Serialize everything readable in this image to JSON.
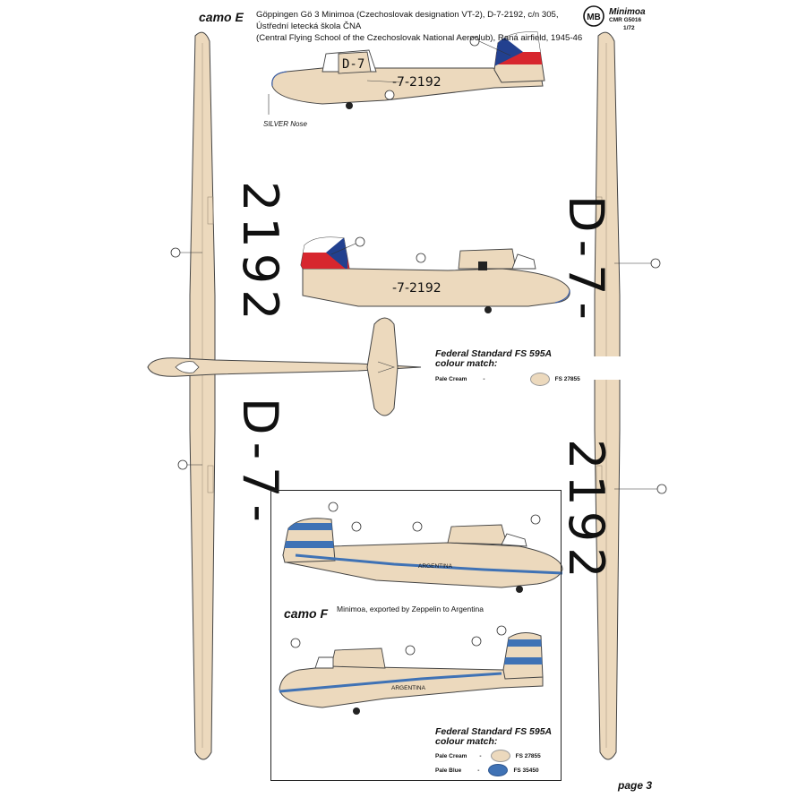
{
  "camo_e": {
    "label": "camo E",
    "caption_line1": "Göppingen Gö 3 Minimoa (Czechoslovak designation VT-2), D-7-2192, c/n 305, Ústřední  letecká  škola ČNA",
    "caption_line2": "(Central Flying School of the Czechoslovak National Aeroclub), Raná airfield, 1945-46",
    "silver_nose": "SILVER Nose",
    "fuselage_code": "-7-2192",
    "wing_top_digits": "2192",
    "wing_top_prefix": "D-7-",
    "wing_right_prefix": "D-7-",
    "wing_right_digits": "2192"
  },
  "brand": {
    "name": "Minimoa",
    "code": "CMR G5016",
    "scale": "1/72",
    "logo_letters": "MB"
  },
  "fs_match_e": {
    "title_line1": "Federal Standard FS 595A",
    "title_line2": "colour match:",
    "row1_name": "Pale Cream",
    "row1_dash": "-",
    "row1_code": "FS 27855",
    "row1_color": "#ecd9bd"
  },
  "camo_f": {
    "label": "camo F",
    "caption": "Minimoa, exported by Zeppelin to Argentina",
    "fuselage_text": "ARGENTINA"
  },
  "fs_match_f": {
    "title_line1": "Federal Standard FS 595A",
    "title_line2": "colour match:",
    "row1_name": "Pale Cream",
    "row1_dash": "-",
    "row1_code": "FS 27855",
    "row1_color": "#ecd9bd",
    "row2_name": "Pale Blue",
    "row2_dash": "-",
    "row2_code": "FS 35450",
    "row2_color": "#3f72b5"
  },
  "page": {
    "number": "page 3"
  },
  "colors": {
    "cream": "#ecd9bd",
    "outline": "#444444",
    "czech_red": "#d7262e",
    "czech_blue": "#22408f",
    "arg_blue": "#3f72b5"
  }
}
